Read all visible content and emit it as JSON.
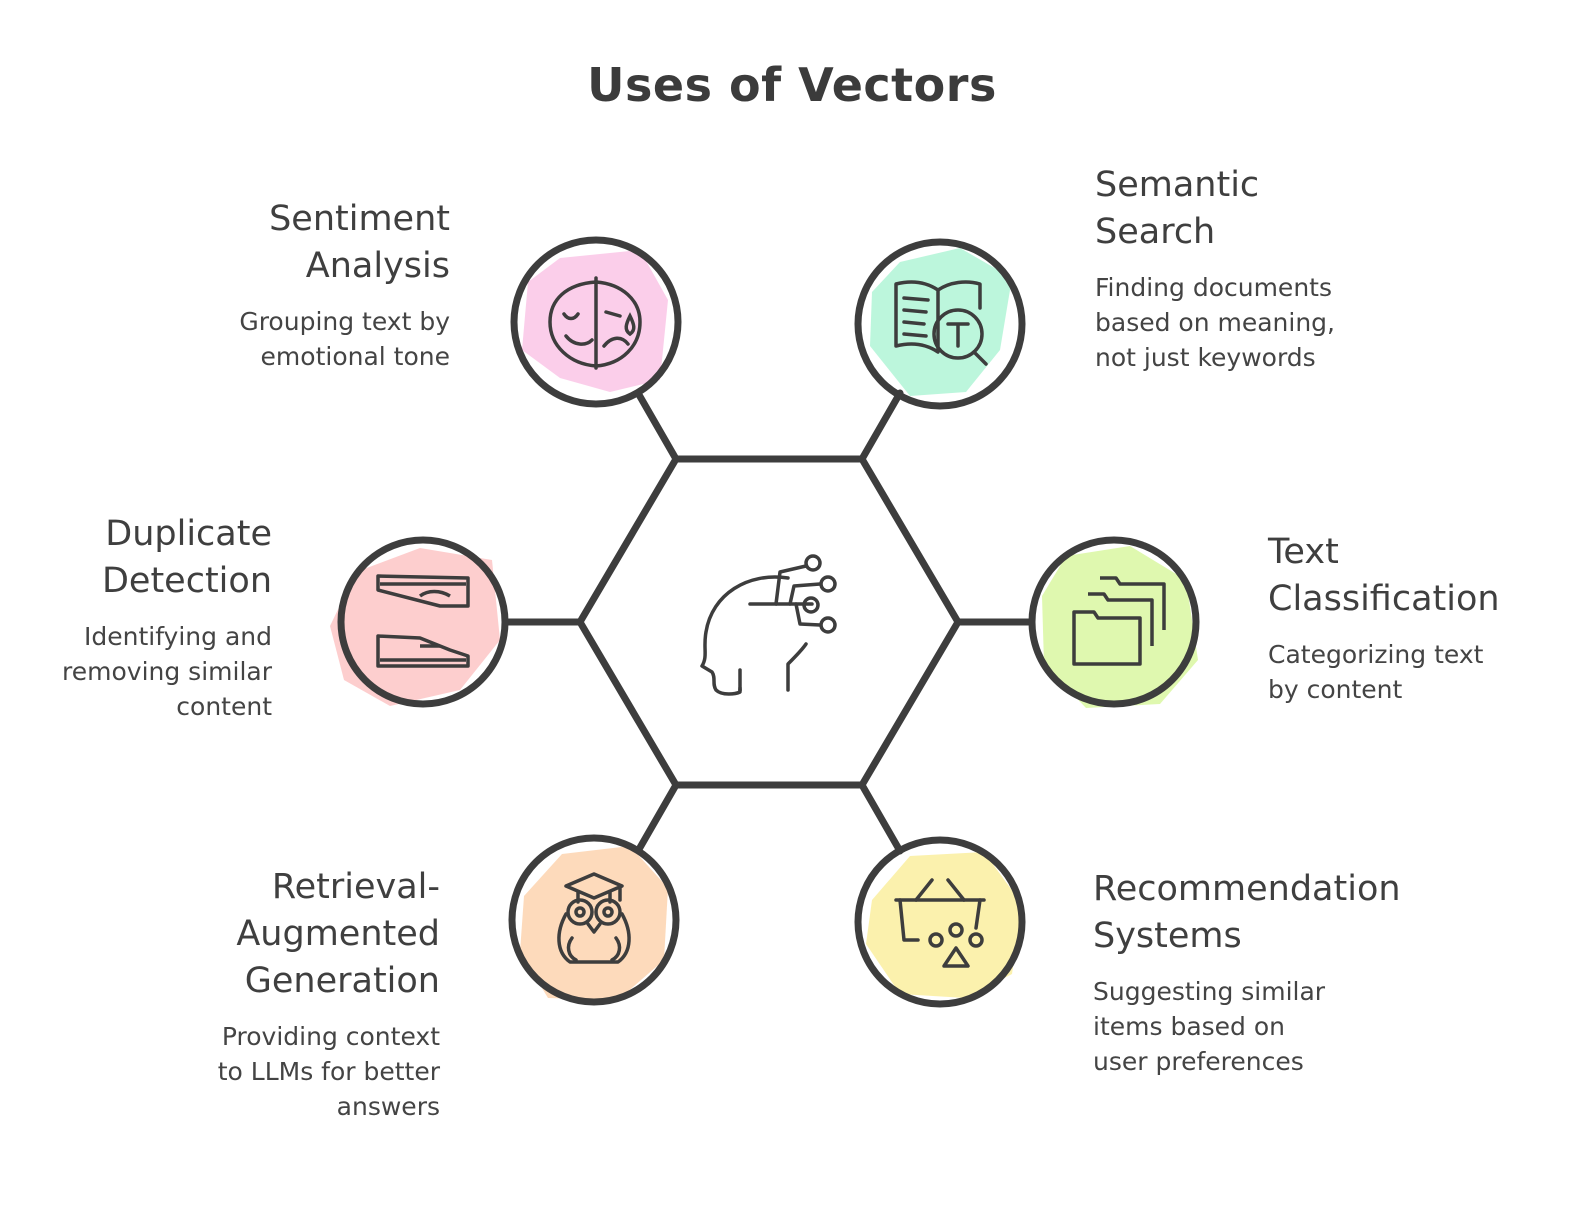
{
  "title": "Uses of Vectors",
  "colors": {
    "stroke": "#3d3d3d",
    "sentiment": "#fbc9e8",
    "semantic": "#b5f5d8",
    "duplicate": "#fdc9c9",
    "text_classification": "#dcf7a6",
    "rag": "#fdd6b4",
    "recommendation": "#fbf0a4"
  },
  "center": {
    "icon": "head-network-icon"
  },
  "items": {
    "sentiment": {
      "heading": "Sentiment\nAnalysis",
      "description": "Grouping text by\nemotional tone",
      "icon": "comedy-tragedy-face-icon"
    },
    "semantic": {
      "heading": "Semantic\nSearch",
      "description": "Finding documents\nbased on meaning,\nnot just keywords",
      "icon": "book-search-icon"
    },
    "duplicate": {
      "heading": "Duplicate\nDetection",
      "description": "Identifying and\nremoving similar\ncontent",
      "icon": "duplicate-shoes-icon"
    },
    "text_classification": {
      "heading": "Text\nClassification",
      "description": "Categorizing text\nby content",
      "icon": "folders-icon"
    },
    "rag": {
      "heading": "Retrieval-\nAugmented\nGeneration",
      "description": "Providing context\nto LLMs for better\nanswers",
      "icon": "graduate-owl-icon"
    },
    "recommendation": {
      "heading": "Recommendation\nSystems",
      "description": "Suggesting similar\nitems based on\nuser preferences",
      "icon": "shopping-basket-icon"
    }
  }
}
